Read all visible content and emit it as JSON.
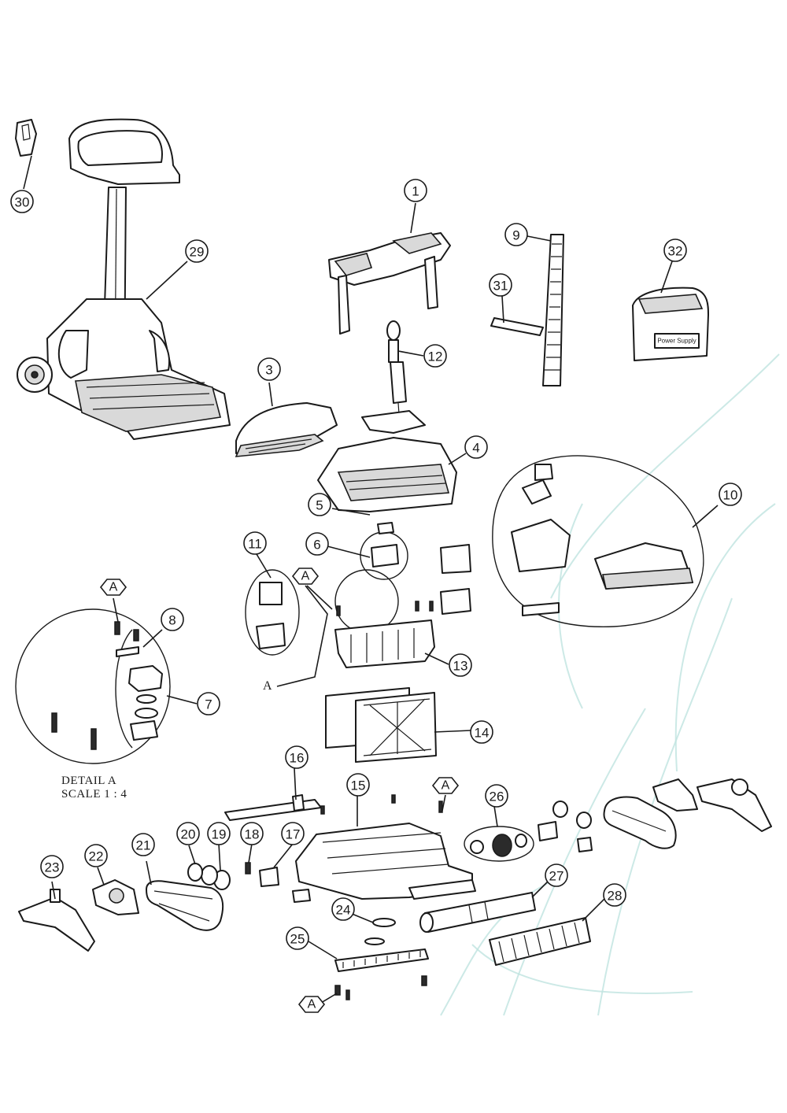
{
  "colors": {
    "ink": "#1a1a1a",
    "watermark": "#bfe3e0",
    "background": "#ffffff"
  },
  "callouts": {
    "c1": "1",
    "c3": "3",
    "c4": "4",
    "c5": "5",
    "c6": "6",
    "c7": "7",
    "c8": "8",
    "c9": "9",
    "c10": "10",
    "c11": "11",
    "c12": "12",
    "c13": "13",
    "c14": "14",
    "c15": "15",
    "c16": "16",
    "c17": "17",
    "c18": "18",
    "c19": "19",
    "c20": "20",
    "c21": "21",
    "c22": "22",
    "c23": "23",
    "c24": "24",
    "c25": "25",
    "c26": "26",
    "c27": "27",
    "c28": "28",
    "c29": "29",
    "c30": "30",
    "c31": "31",
    "c32": "32"
  },
  "markers": {
    "hex_a": "A",
    "plain_a": "A"
  },
  "power_supply_label": "Power Supply",
  "detail": {
    "title": "DETAIL A",
    "scale": "SCALE 1 : 4"
  }
}
